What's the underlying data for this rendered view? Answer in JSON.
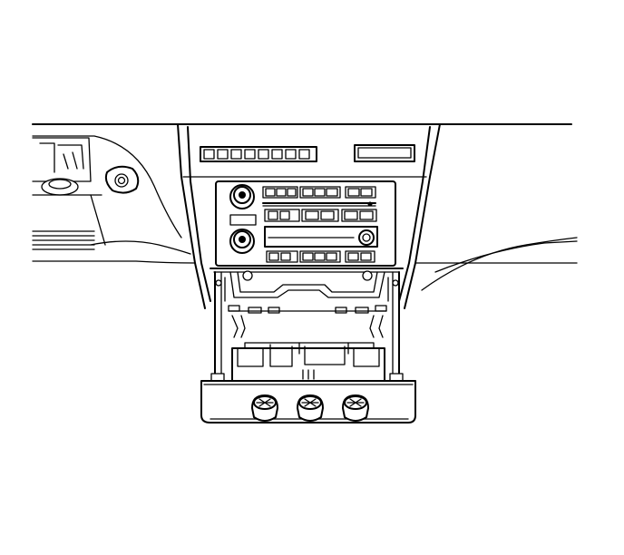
{
  "diagram": {
    "line_color": "#000000",
    "background": "#ffffff",
    "components": [
      {
        "id": "instrument-panel",
        "icon": "dashboard-outline"
      },
      {
        "id": "radio-head-unit",
        "icon": "radio-outline",
        "preset_buttons_top_row": 8,
        "control_knobs": 2
      },
      {
        "id": "climate-control-module",
        "icon": "hvac-control-outline",
        "knobs": 3,
        "state": "pulled-out"
      },
      {
        "id": "mounting-bracket",
        "icon": "bracket-outline"
      }
    ]
  }
}
